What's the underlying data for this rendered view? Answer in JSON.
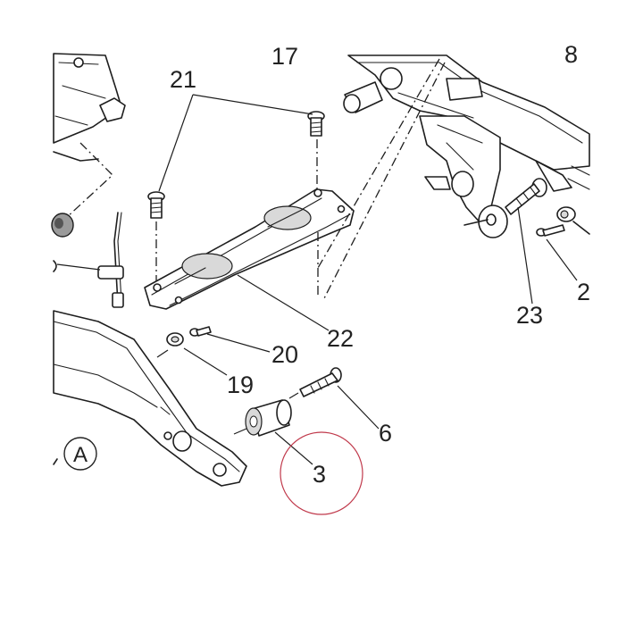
{
  "diagram": {
    "callouts": [
      {
        "id": "c17",
        "text": "17"
      },
      {
        "id": "c8",
        "text": "8"
      },
      {
        "id": "c21",
        "text": "21"
      },
      {
        "id": "c22",
        "text": "22"
      },
      {
        "id": "c23",
        "text": "23"
      },
      {
        "id": "c2",
        "text": "2"
      },
      {
        "id": "c20",
        "text": "20"
      },
      {
        "id": "c19",
        "text": "19"
      },
      {
        "id": "c6",
        "text": "6"
      },
      {
        "id": "c3",
        "text": "3"
      }
    ],
    "view_label": "A",
    "highlight_color": "#c0394b",
    "line_color": "#1e1e1e"
  }
}
